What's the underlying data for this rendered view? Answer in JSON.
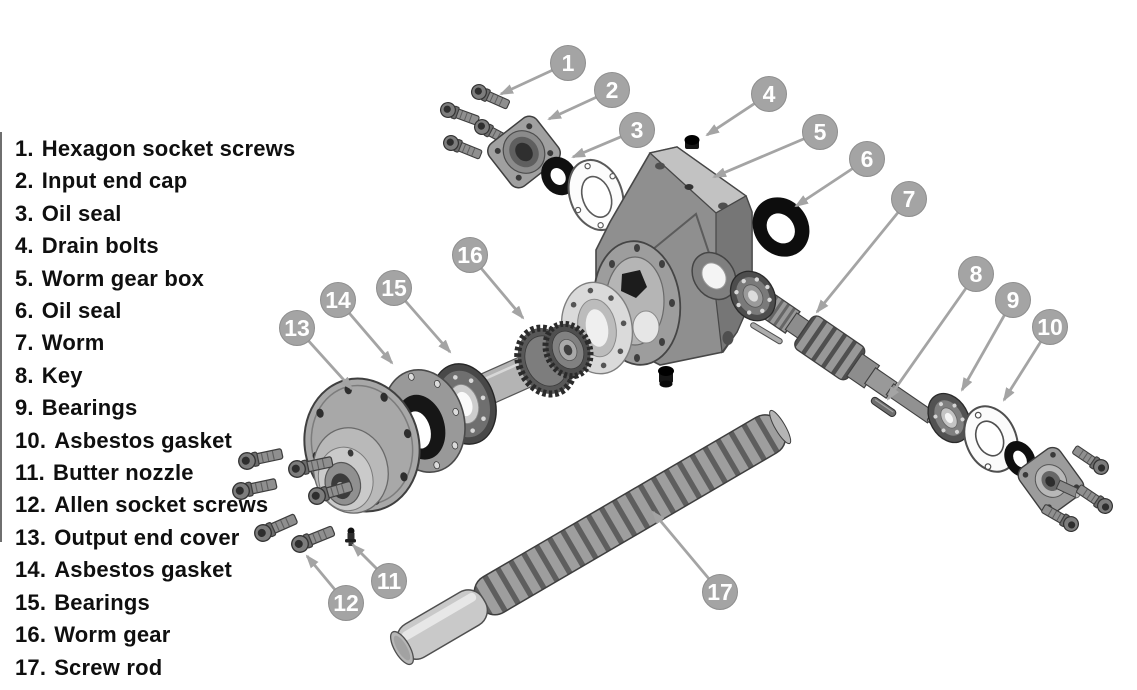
{
  "parts_list": {
    "items": [
      {
        "num": "1.",
        "name": "Hexagon socket screws"
      },
      {
        "num": "2.",
        "name": "Input end cap"
      },
      {
        "num": "3.",
        "name": "Oil seal"
      },
      {
        "num": "4.",
        "name": "Drain bolts"
      },
      {
        "num": "5.",
        "name": "Worm gear box"
      },
      {
        "num": "6.",
        "name": "Oil seal"
      },
      {
        "num": "7.",
        "name": "Worm"
      },
      {
        "num": "8.",
        "name": "Key"
      },
      {
        "num": "9.",
        "name": "Bearings"
      },
      {
        "num": "10.",
        "name": "Asbestos gasket"
      },
      {
        "num": "11.",
        "name": "Butter nozzle"
      },
      {
        "num": "12.",
        "name": "Allen socket screws"
      },
      {
        "num": "13.",
        "name": "Output end cover"
      },
      {
        "num": "14.",
        "name": "Asbestos gasket"
      },
      {
        "num": "15.",
        "name": "Bearings"
      },
      {
        "num": "16.",
        "name": "Worm gear"
      },
      {
        "num": "17.",
        "name": "Screw rod"
      }
    ]
  },
  "callouts": [
    {
      "number": "1",
      "part": "Hexagon socket screws"
    },
    {
      "number": "2",
      "part": "Input end cap"
    },
    {
      "number": "3",
      "part": "Oil seal"
    },
    {
      "number": "4",
      "part": "Drain bolts"
    },
    {
      "number": "5",
      "part": "Worm gear box"
    },
    {
      "number": "6",
      "part": "Oil seal"
    },
    {
      "number": "7",
      "part": "Worm"
    },
    {
      "number": "8",
      "part": "Key"
    },
    {
      "number": "9",
      "part": "Bearings"
    },
    {
      "number": "10",
      "part": "Asbestos gasket"
    },
    {
      "number": "11",
      "part": "Butter nozzle"
    },
    {
      "number": "12",
      "part": "Allen socket screws"
    },
    {
      "number": "13",
      "part": "Output end cover"
    },
    {
      "number": "14",
      "part": "Asbestos gasket"
    },
    {
      "number": "15",
      "part": "Bearings"
    },
    {
      "number": "16",
      "part": "Worm gear"
    },
    {
      "number": "17",
      "part": "Screw rod"
    }
  ],
  "colors": {
    "background": "#ffffff",
    "callout_fill": "#a4a4a4",
    "callout_text": "#ffffff",
    "list_text": "#0f0f0f",
    "seal_black": "#0d0d0d",
    "body_gray": "#8f8f8f"
  }
}
